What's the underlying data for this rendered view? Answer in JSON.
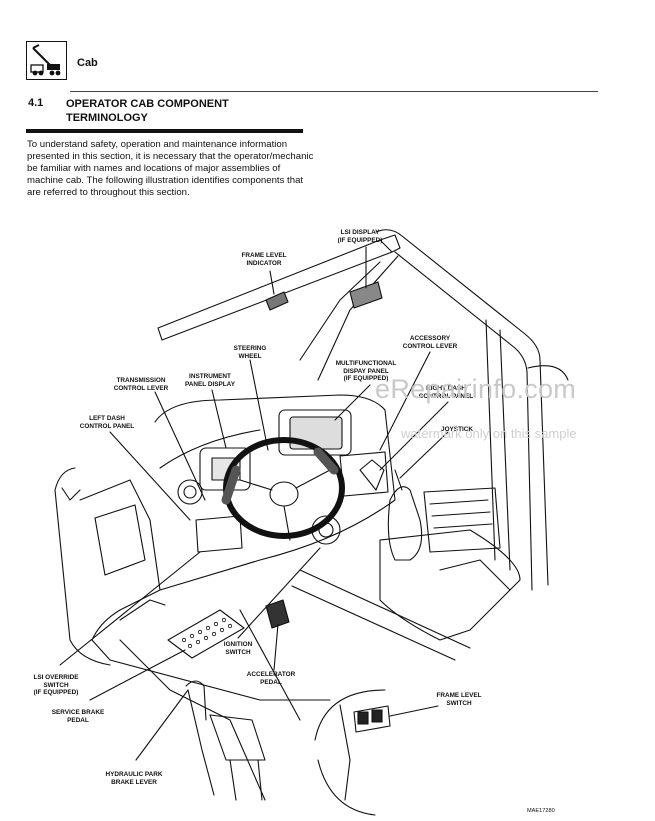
{
  "header": {
    "title": "Cab",
    "icon": "cab-machine-icon"
  },
  "section": {
    "number": "4.1",
    "title": "OPERATOR CAB COMPONENT TERMINOLOGY",
    "intro": "To understand safety, operation and maintenance information presented in this section, it is necessary that the operator/mechanic be familiar with names and locations of major assemblies of machine cab. The following illustration identifies components that are referred to throughout this section."
  },
  "callouts": {
    "lsi_display": "LSI DISPLAY\n(IF EQUIPPED)",
    "frame_level_indicator": "FRAME LEVEL\nINDICATOR",
    "steering_wheel": "STEERING\nWHEEL",
    "accessory_control_lever": "ACCESSORY\nCONTROL LEVER",
    "transmission_control_lever": "TRANSMISSION\nCONTROL LEVER",
    "instrument_panel_display": "INSTRUMENT\nPANEL DISPLAY",
    "multifunctional_display_panel": "MULTIFUNCTIONAL\nDISPAY PANEL\n(IF EQUIPPED)",
    "right_dash_control_panel": "RIGHT DASH\nCONTROL PANEL",
    "left_dash_control_panel": "LEFT DASH\nCONTROL PANEL",
    "joystick": "JOYSTICK",
    "ignition_switch": "IGNITION\nSWITCH",
    "accelerator_pedal": "ACCELERATOR\nPEDAL",
    "lsi_override_switch": "LSI OVERRIDE\nSWITCH\n(IF EQUIPPED)",
    "service_brake_pedal": "SERVICE BRAKE\nPEDAL",
    "frame_level_switch": "FRAME LEVEL\nSWITCH",
    "hydraulic_park_brake_lever": "HYDRAULIC PARK\nBRAKE LEVER"
  },
  "watermark": {
    "main": "eRepairinfo.com",
    "sub": "watermark only on this sample"
  },
  "figure_id": "MAE17280"
}
